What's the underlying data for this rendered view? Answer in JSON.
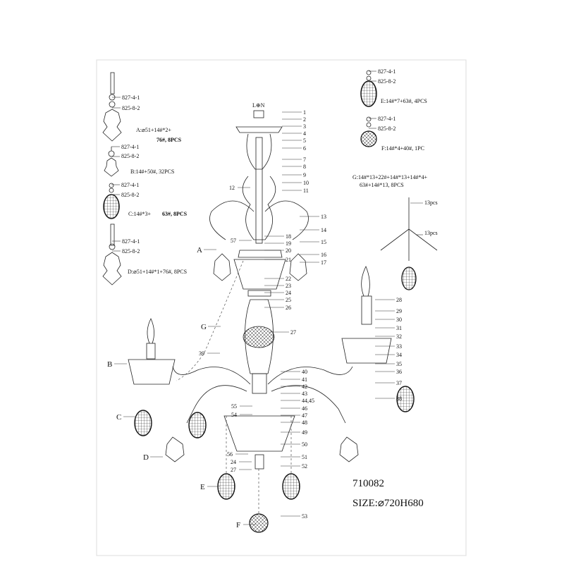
{
  "legend": {
    "part_top": "827-4-1",
    "part_bottom": "825-8-2",
    "A_line1": "A:⌀51+14#*2+",
    "A_line2": "76#, 8PCS",
    "B": "B:14#+50#, 32PCS",
    "C_a": "C:14#*3+",
    "C_b": "63#, 8PCS",
    "D": "D:⌀51+14#*1+76#, 8PCS",
    "E": "E:14#*7+63#, 4PCS",
    "F": "F:14#*4+40#, 1PC",
    "G_line1": "G:14#*13+22#+14#*13+14#*4+",
    "G_line2": "63#+14#*13, 8PCS",
    "g_13pcs": "13pcs"
  },
  "wiring_label": "L⊕N",
  "callouts": [
    "1",
    "2",
    "3",
    "4",
    "5",
    "6",
    "7",
    "8",
    "9",
    "10",
    "11",
    "12",
    "13",
    "14",
    "15",
    "16",
    "17",
    "18",
    "19",
    "20",
    "21",
    "22",
    "23",
    "24",
    "25",
    "26",
    "27",
    "28",
    "29",
    "30",
    "31",
    "32",
    "33",
    "34",
    "35",
    "36",
    "37",
    "38",
    "39",
    "40",
    "41",
    "42",
    "43",
    "44,45",
    "46",
    "47",
    "48",
    "49",
    "50",
    "51",
    "52",
    "53",
    "54",
    "55",
    "56",
    "24",
    "27",
    "57"
  ],
  "letters": [
    "A",
    "B",
    "C",
    "D",
    "E",
    "F",
    "G"
  ],
  "model": "710082",
  "size": "SIZE:⌀720H680"
}
